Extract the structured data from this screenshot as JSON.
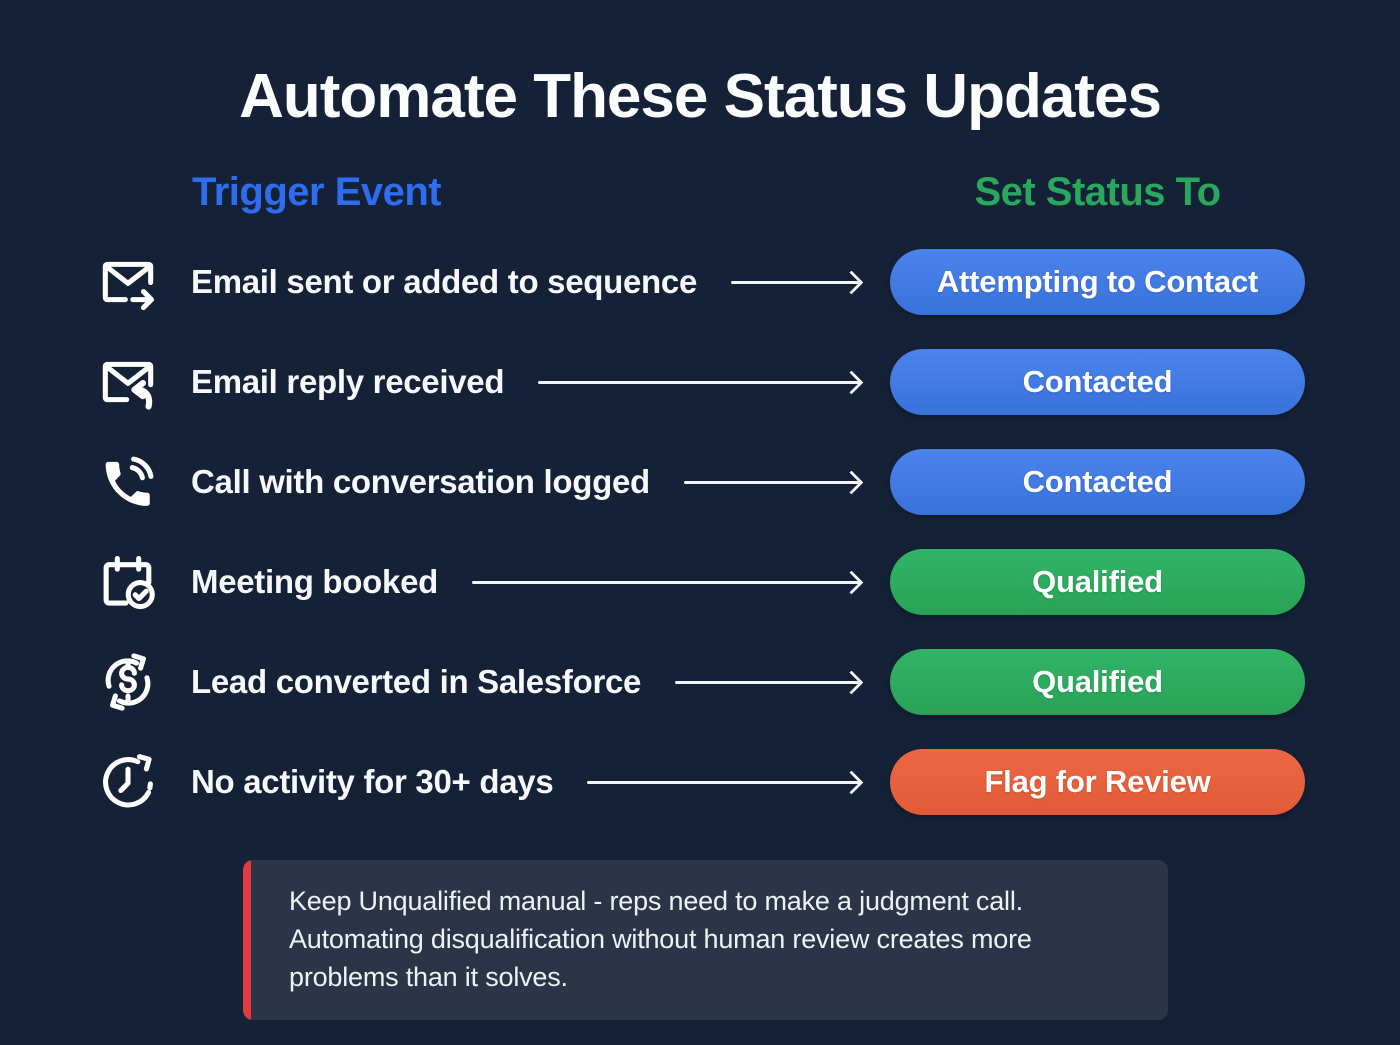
{
  "title": "Automate These Status Updates",
  "columns": {
    "trigger_label": "Trigger Event",
    "trigger_color": "#2e6cf0",
    "status_label": "Set Status To",
    "status_color": "#28a85c"
  },
  "rows": [
    {
      "icon": "email-sent-icon",
      "trigger": "Email sent or added to sequence",
      "status": "Attempting to Contact",
      "status_color": "#3d79e4"
    },
    {
      "icon": "email-reply-icon",
      "trigger": "Email reply received",
      "status": "Contacted",
      "status_color": "#3d79e4"
    },
    {
      "icon": "phone-call-icon",
      "trigger": "Call with conversation logged",
      "status": "Contacted",
      "status_color": "#3d79e4"
    },
    {
      "icon": "calendar-check-icon",
      "trigger": "Meeting booked",
      "status": "Qualified",
      "status_color": "#2dac5f"
    },
    {
      "icon": "currency-sync-icon",
      "trigger": "Lead converted in Salesforce",
      "status": "Qualified",
      "status_color": "#2dac5f"
    },
    {
      "icon": "clock-history-icon",
      "trigger": "No activity for 30+ days",
      "status": "Flag for Review",
      "status_color": "#e9603c"
    }
  ],
  "note": {
    "text": "Keep Unqualified manual - reps need to make a judgment call. Automating disqualification without human review creates more problems than it solves.",
    "accent_color": "#e23c42"
  },
  "colors": {
    "background": "#152136",
    "title_text": "#fbfcfe",
    "row_text": "#f6f8fb",
    "arrow": "#f3f5f8",
    "note_background": "#2c3547"
  }
}
